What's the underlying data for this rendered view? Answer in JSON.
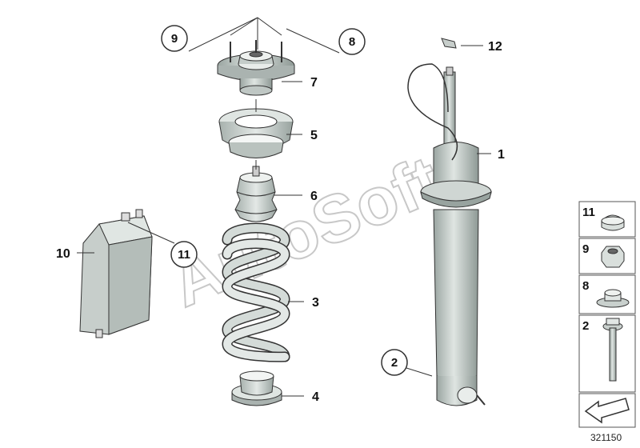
{
  "watermark": "AutoSoft",
  "reference_number": "321150",
  "callouts": {
    "c1": "1",
    "c2": "2",
    "c3": "3",
    "c4": "4",
    "c5": "5",
    "c6": "6",
    "c7": "7",
    "c8": "8",
    "c9": "9",
    "c10": "10",
    "c11": "11",
    "c12": "12"
  },
  "panel": {
    "p11": "11",
    "p9": "9",
    "p8": "8",
    "p2": "2"
  },
  "colors": {
    "line": "#333333",
    "part_fill": "#cfd6d3",
    "part_dark": "#9aa5a1",
    "panel_border": "#555555"
  }
}
